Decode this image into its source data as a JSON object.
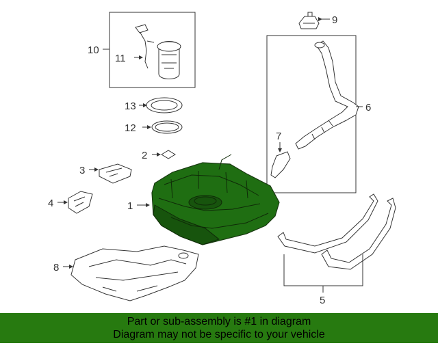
{
  "callouts": {
    "c1": "1",
    "c2": "2",
    "c3": "3",
    "c4": "4",
    "c5": "5",
    "c6": "6",
    "c7": "7",
    "c8": "8",
    "c9": "9",
    "c10": "10",
    "c11": "11",
    "c12": "12",
    "c13": "13"
  },
  "highlight_color": "#1f6e12",
  "banner": {
    "line1": "Part or sub-assembly is #1 in diagram",
    "line2": "Diagram may not be specific to your vehicle",
    "color": "#277a10"
  }
}
